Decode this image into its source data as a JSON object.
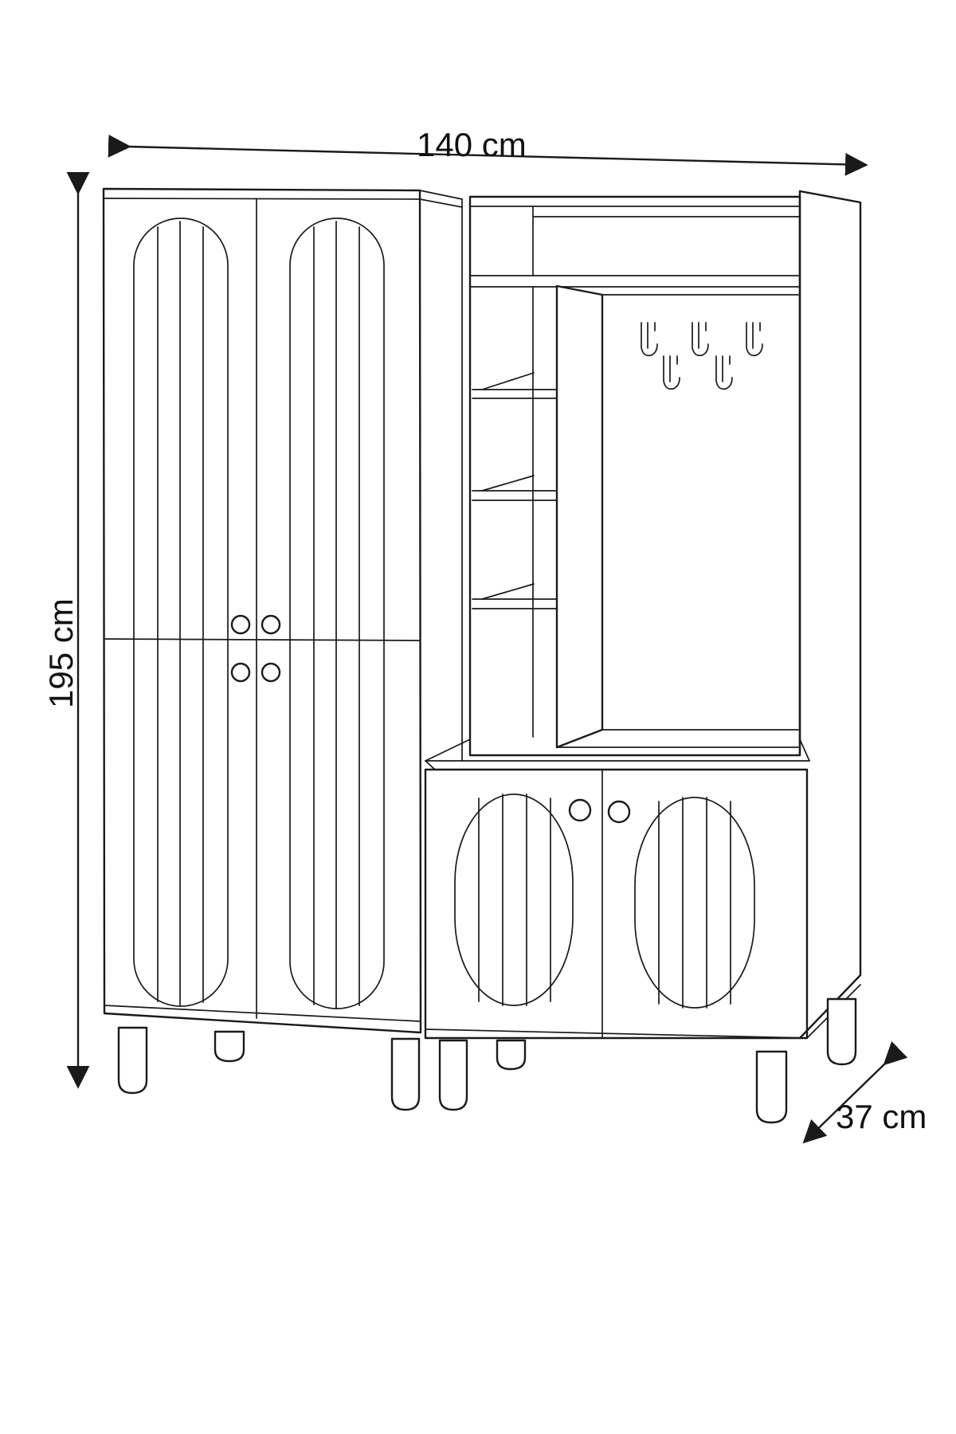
{
  "dimensions": {
    "width": "140 cm",
    "height": "195 cm",
    "depth": "37 cm"
  },
  "colors": {
    "line": "#1a1a1a",
    "background": "#ffffff"
  }
}
